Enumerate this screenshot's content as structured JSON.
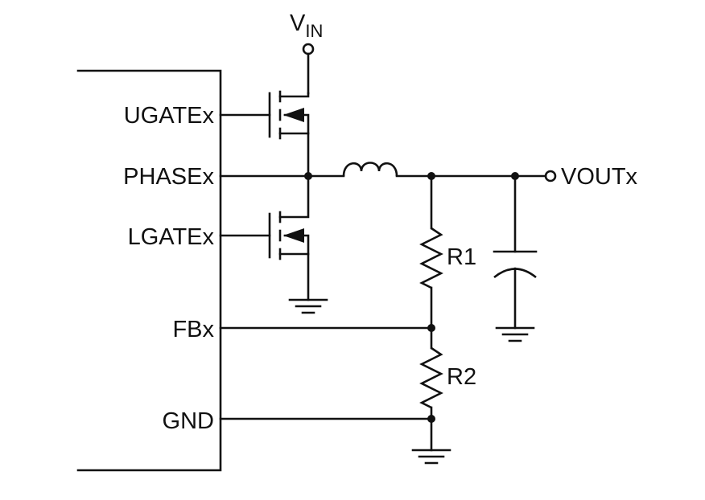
{
  "pins": {
    "ugate": "UGATEx",
    "phase": "PHASEx",
    "lgate": "LGATEx",
    "fb": "FBx",
    "gnd": "GND"
  },
  "supply": {
    "main": "V",
    "sub": "IN"
  },
  "output": "VOUTx",
  "resistors": {
    "r1": "R1",
    "r2": "R2"
  },
  "colors": {
    "ink": "#111111",
    "background": "#ffffff"
  }
}
